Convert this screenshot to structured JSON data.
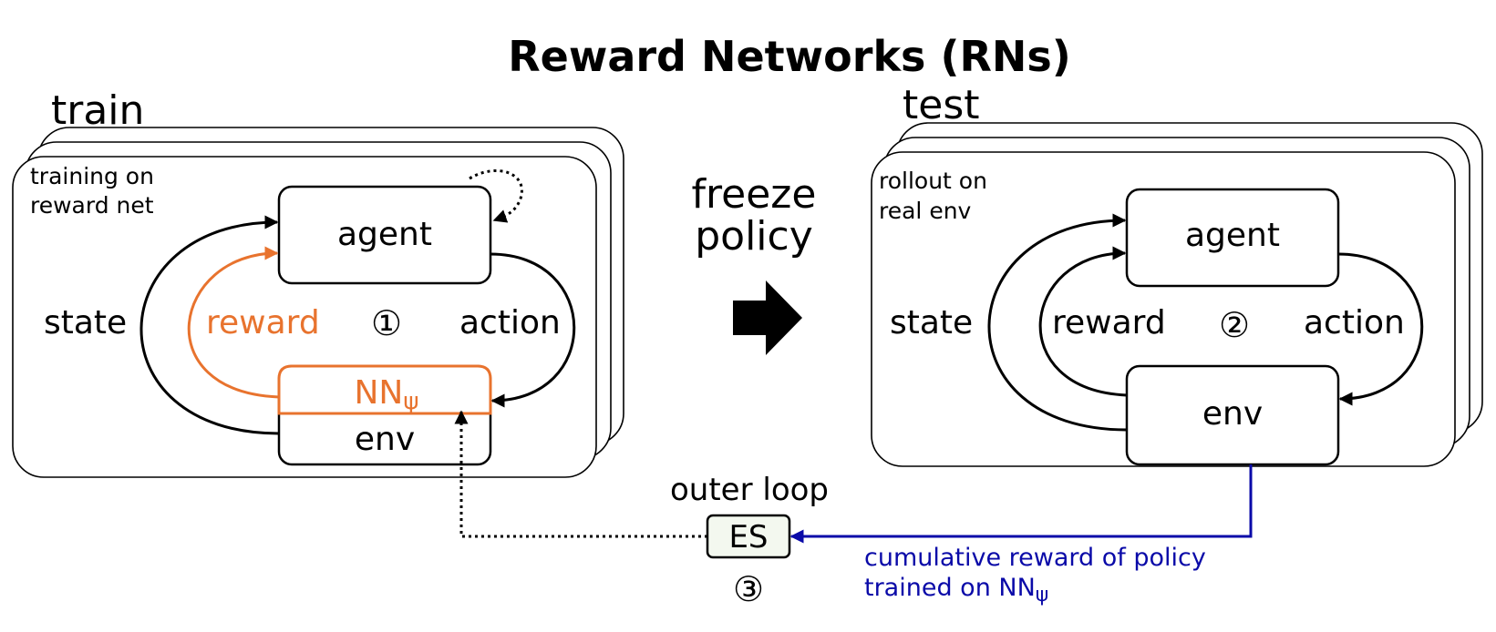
{
  "title": "Reward Networks (RNs)",
  "train": {
    "heading": "train",
    "caption_line1": "training on",
    "caption_line2": "reward net",
    "agent_label": "agent",
    "state_label": "state",
    "reward_label": "reward",
    "action_label": "action",
    "nn_label": "NN",
    "nn_subscript": "ψ",
    "env_label": "env",
    "step_marker": "①"
  },
  "middle": {
    "freeze_line1": "freeze",
    "freeze_line2": "policy",
    "outer_loop_label": "outer loop",
    "es_label": "ES",
    "step_marker": "③"
  },
  "test": {
    "heading": "test",
    "caption_line1": "rollout on",
    "caption_line2": "real env",
    "agent_label": "agent",
    "state_label": "state",
    "reward_label": "reward",
    "action_label": "action",
    "env_label": "env",
    "step_marker": "②"
  },
  "feedback": {
    "line1": "cumulative reward of policy",
    "line2_prefix": "trained on NN",
    "line2_subscript": "ψ"
  },
  "colors": {
    "orange": "#e8732e",
    "blue": "#0a0aa8",
    "es_fill": "#f3f8ef"
  }
}
